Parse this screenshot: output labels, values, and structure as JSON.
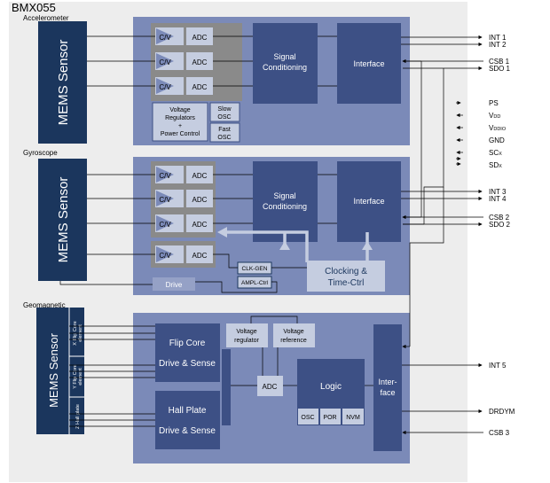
{
  "title": "BMX055",
  "sections": {
    "accelerometer": "Accelerometer",
    "gyroscope": "Gyroscope",
    "geomagnetic": "Geomagnetic"
  },
  "blocks": {
    "mems_sensor": "MEMS Sensor",
    "cv": "C/V",
    "adc": "ADC",
    "signal_line1": "Signal",
    "signal_line2": "Conditioning",
    "interface": "Interface",
    "voltage_regulators_line1": "Voltage",
    "voltage_regulators_line2": "Regulators",
    "voltage_regulators_line3": "+",
    "voltage_regulators_line4": "Power Control",
    "slow_osc_line1": "Slow",
    "slow_osc_line2": "OSC",
    "fast_osc_line1": "Fast",
    "fast_osc_line2": "OSC",
    "clk_gen": "CLK-GEN",
    "ampl_ctrl": "AMPL-Ctrl",
    "clocking_line1": "Clocking &",
    "clocking_line2": "Time-Ctrl",
    "drive": "Drive",
    "x_flip_line1": "X Flip Core",
    "x_flip_line2": "element",
    "y_flip_line1": "Y Flip Core",
    "y_flip_line2": "element",
    "z_hall": "Z Hall plate",
    "flip_core": "Flip Core",
    "drive_sense": "Drive & Sense",
    "hall_plate": "Hall Plate",
    "voltage_regulator_line1": "Voltage",
    "voltage_regulator_line2": "regulator",
    "voltage_reference_line1": "Voltage",
    "voltage_reference_line2": "reference",
    "logic": "Logic",
    "osc": "OSC",
    "por": "POR",
    "nvm": "NVM",
    "interface_mag_line1": "Inter-",
    "interface_mag_line2": "face"
  },
  "pins": {
    "int1": "INT 1",
    "int2": "INT 2",
    "csb1": "CSB 1",
    "sdo1": "SDO 1",
    "ps": "PS",
    "vdd_main": "V",
    "vdd_sub": "DD",
    "vddio_main": "V",
    "vddio_sub": "DDIO",
    "gnd": "GND",
    "scx_main": "SC",
    "scx_sub": "X",
    "sdx_main": "SD",
    "sdx_sub": "X",
    "int3": "INT 3",
    "int4": "INT 4",
    "csb2": "CSB 2",
    "sdo2": "SDO 2",
    "int5": "INT 5",
    "drdym": "DRDYM",
    "csb3": "CSB 3"
  },
  "colors": {
    "panel": "#ededed",
    "block_bg": "#7b8ab8",
    "dark_navy": "#1b365d",
    "dark_block": "#3d5085",
    "light_block": "#c5cde0",
    "mid_block": "#95a1c6",
    "gray_group": "#8a8a8a"
  }
}
